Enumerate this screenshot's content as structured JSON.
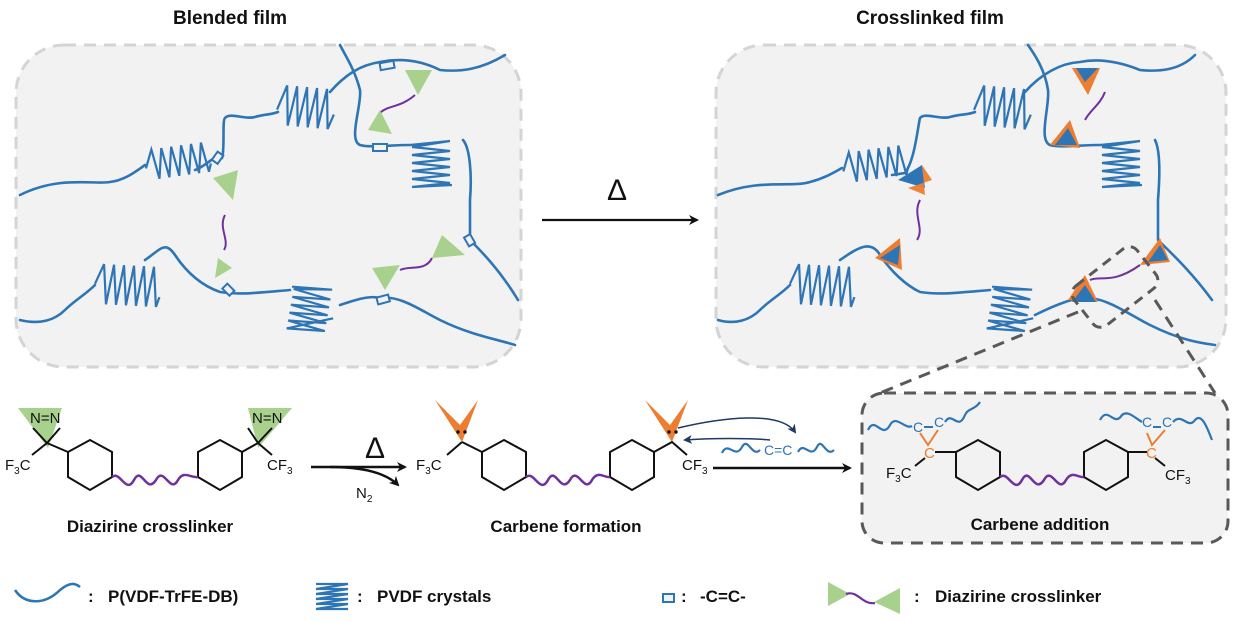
{
  "panels": {
    "blended": {
      "title": "Blended film"
    },
    "crosslinked": {
      "title": "Crosslinked film"
    },
    "heat_arrow": {
      "symbol": "Δ"
    }
  },
  "scheme": {
    "step1": {
      "label": "Diazirine crosslinker",
      "left_group": "F3C",
      "right_group": "CF3",
      "ring_label": "N=N"
    },
    "arrow1": {
      "top": "Δ",
      "bottom_main": "N",
      "bottom_sub": "2"
    },
    "step2": {
      "label": "Carbene formation",
      "left_group": "F3C",
      "right_group": "CF3"
    },
    "alkene": {
      "text": "C=C"
    },
    "step3": {
      "label": "Carbene addition",
      "left_group": "F3C",
      "right_group": "CF3",
      "c": "C"
    }
  },
  "legend": [
    {
      "icon": "polymer-chain-icon",
      "sep": ":",
      "text": "P(VDF-TrFE-DB)"
    },
    {
      "icon": "pvdf-crystal-icon",
      "sep": ":",
      "text": "PVDF crystals"
    },
    {
      "icon": "double-bond-icon",
      "sep": ":",
      "text": "-C=C-"
    },
    {
      "icon": "crosslinker-icon",
      "sep": ":",
      "text": "Diazirine crosslinker"
    }
  ],
  "colors": {
    "chain": "#2e75b6",
    "linker": "#7030a0",
    "diazirine": "#a9d18e",
    "carbene": "#ed7d31",
    "panel_bg": "#f2f2f2",
    "panel_border": "#d4d4d4",
    "zoom_border": "#595959"
  }
}
